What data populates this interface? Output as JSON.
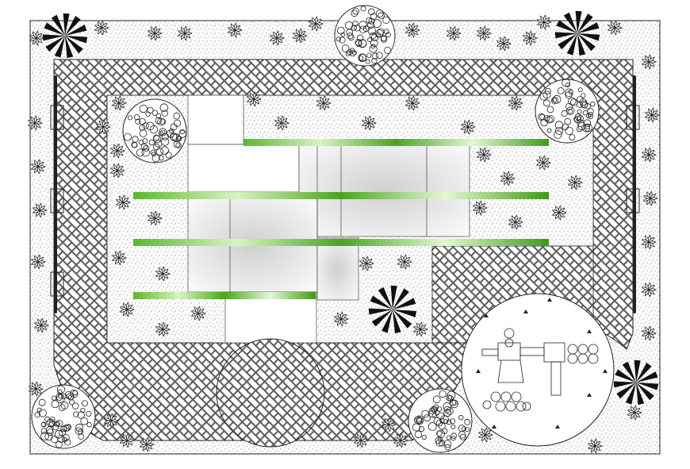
{
  "plan": {
    "title": "",
    "colors": {
      "background": "#ffffff",
      "line": "#222222",
      "stipple": "#555555",
      "green_dark": "#4aa51c",
      "green_light": "#d9f2c4",
      "tile": "#f2f2f2",
      "tile_shadow": "#cfcfcf"
    },
    "elements": {
      "boundary": "site-boundary",
      "paving": "herringbone-brick-path",
      "garden_beds": "stippled-garden-bed",
      "pergola_beams": "green-pergola-beams",
      "paving_slabs": "white-paving-slabs",
      "circle_plaza": "circular-paved-plaza",
      "playground": "children-play-area",
      "trees": "canopy-tree",
      "palms": "palm-plant",
      "shrubs": "shrub",
      "lamps": "lamp-post"
    }
  }
}
